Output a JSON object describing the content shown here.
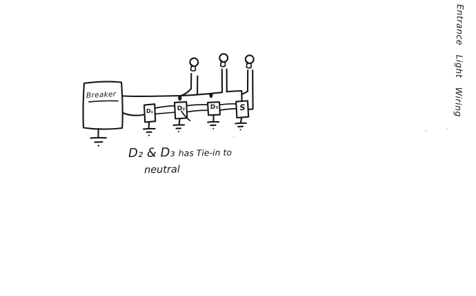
{
  "page": {
    "background": "#ffffff",
    "ink": "#161616"
  },
  "title": {
    "text": "Entrance Light Wiring"
  },
  "breaker": {
    "label": "Breaker"
  },
  "switches": [
    {
      "label": "D₁"
    },
    {
      "label": "D₂"
    },
    {
      "label": "D₃"
    },
    {
      "label": "S"
    }
  ],
  "note": {
    "line1_emphasis": "D₂ & D₃",
    "line1_rest": "has Tie-in to",
    "line2": "neutral"
  },
  "icons": {
    "bulb": "light-bulb-icon",
    "ground": "earth-ground-icon",
    "junction": "junction-dot-icon"
  }
}
